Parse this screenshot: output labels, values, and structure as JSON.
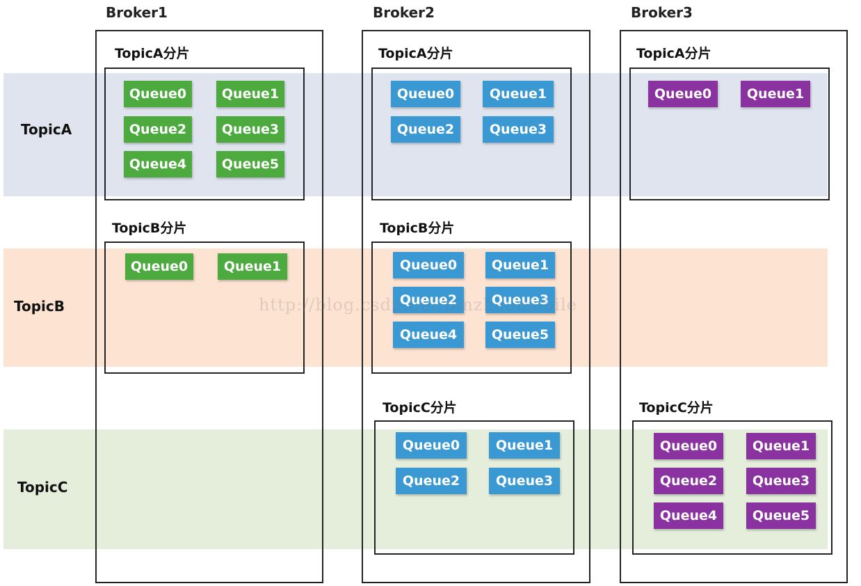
{
  "topics": {
    "a": "TopicA",
    "b": "TopicB",
    "c": "TopicC"
  },
  "brokers": {
    "b1": "Broker1",
    "b2": "Broker2",
    "b3": "Broker3"
  },
  "shards": {
    "topic_a": "TopicA分片",
    "topic_b": "TopicB分片",
    "topic_c": "TopicC分片"
  },
  "queues": {
    "q0": "Queue0",
    "q1": "Queue1",
    "q2": "Queue2",
    "q3": "Queue3",
    "q4": "Queue4",
    "q5": "Queue5"
  },
  "watermark": "http://blog.csdn.net/binzhaomobile",
  "colors": {
    "broker1_queues": "#4daa3f",
    "broker2_queues": "#3a98d2",
    "broker3_queues": "#8a32a0",
    "topic_a_band": "#dfe4ef",
    "topic_b_band": "#fde3d2",
    "topic_c_band": "#e4eedb"
  }
}
